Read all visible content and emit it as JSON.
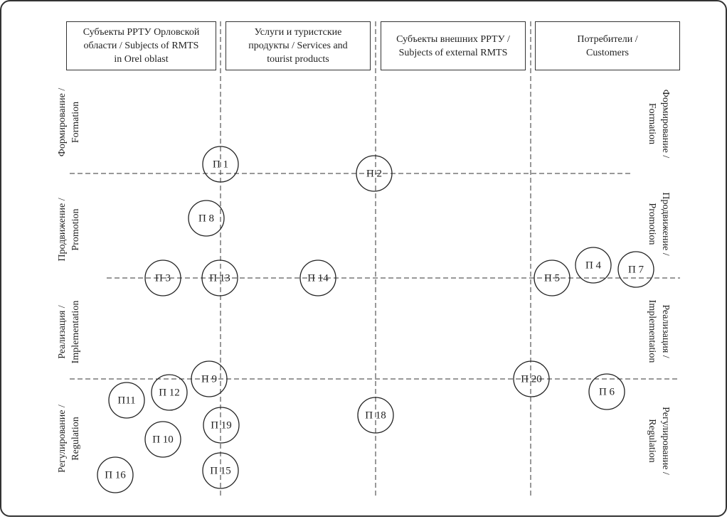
{
  "columns": [
    {
      "label": "Субъекты РРТУ Орловской\nобласти / Subjects of RMTS\nin Orel oblast"
    },
    {
      "label": "Услуги и туристские\nпродукты / Services and\ntourist products"
    },
    {
      "label": "Субъекты внешних РРТУ /\nSubjects of external RMTS"
    },
    {
      "label": "Потребители /\nCustomers"
    }
  ],
  "stages": [
    {
      "label": "Формирование /\nFormation"
    },
    {
      "label": "Продвижение /\nPromotion"
    },
    {
      "label": "Реализация /\nImplementation"
    },
    {
      "label": "Регулирование /\nRegulation"
    }
  ],
  "nodes": [
    {
      "id": "n1",
      "label": "П 1"
    },
    {
      "id": "n2",
      "label": "П 2"
    },
    {
      "id": "n8",
      "label": "П 8"
    },
    {
      "id": "n3",
      "label": "П 3"
    },
    {
      "id": "n13",
      "label": "П 13"
    },
    {
      "id": "n14",
      "label": "П 14"
    },
    {
      "id": "n5",
      "label": "П 5"
    },
    {
      "id": "n4",
      "label": "П 4"
    },
    {
      "id": "n7",
      "label": "П 7"
    },
    {
      "id": "n9",
      "label": "П 9"
    },
    {
      "id": "n20",
      "label": "П 20"
    },
    {
      "id": "n12",
      "label": "П 12"
    },
    {
      "id": "n11",
      "label": "П11"
    },
    {
      "id": "n6",
      "label": "П 6"
    },
    {
      "id": "n18",
      "label": "П 18"
    },
    {
      "id": "n19",
      "label": "П 19"
    },
    {
      "id": "n10",
      "label": "П 10"
    },
    {
      "id": "n15",
      "label": "П 15"
    },
    {
      "id": "n16",
      "label": "П 16"
    }
  ]
}
